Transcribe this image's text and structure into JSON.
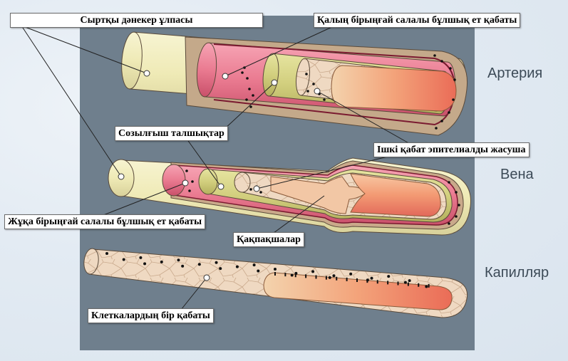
{
  "labels": {
    "outer": "Сыртқы дәнекер ұлпасы",
    "thick_muscle": "Қалың бірыңғай салалы бұлшық ет қабаты",
    "elastic": "Созылғыш талшықтар",
    "endothelium": "Ішкі қабат эпителиалды жасуша",
    "thin_muscle": "Жұқа бірыңғай салалы бұлшық ет қабаты",
    "valves": "Қақпақшалар",
    "single_layer": "Клеткалардың бір қабаты"
  },
  "vessels": {
    "artery": "Артерия",
    "vein": "Вена",
    "capillary": "Капилляр"
  },
  "colors": {
    "panel": "#6f7f8d",
    "outer_tissue": "#f0ecbe",
    "muscle": "#e96f86",
    "elastic": "#d4d284",
    "endothelium": "#f2dcc6",
    "lumen": "#f29a6a",
    "wall_dark": "#b83a55",
    "vessel_text": "#3c4a57"
  }
}
